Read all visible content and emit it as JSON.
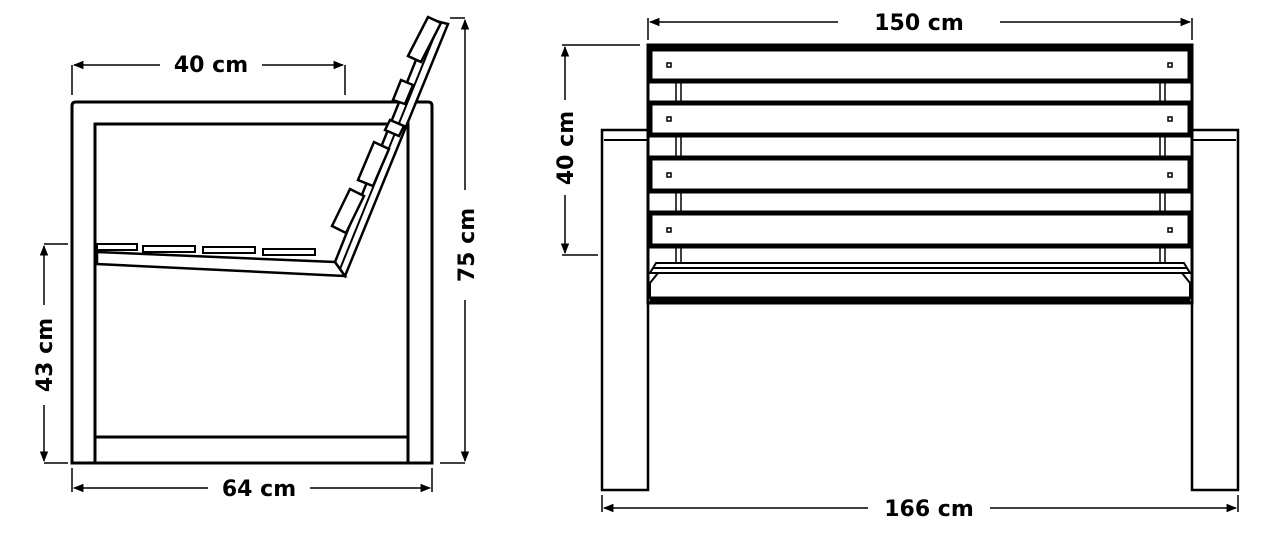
{
  "side_view": {
    "seat_depth_label": "40 cm",
    "total_height_label": "75 cm",
    "seat_height_label": "43 cm",
    "total_depth_label": "64 cm"
  },
  "front_view": {
    "backrest_width_label": "150 cm",
    "backrest_height_label": "40 cm",
    "total_width_label": "166 cm"
  },
  "colors": {
    "line": "#000000",
    "background": "#ffffff"
  }
}
